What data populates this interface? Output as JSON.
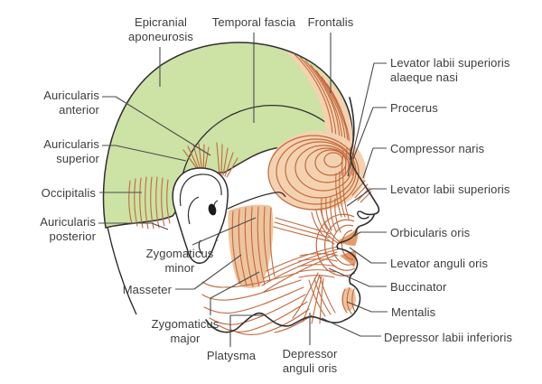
{
  "figure_type": "anatomical-diagram",
  "subject": "Muscles of the head and face (lateral view)",
  "colors": {
    "cranium_fill": "#cde2a5",
    "outline": "#2f2f2f",
    "muscle_stroke": "#c2693e",
    "muscle_fill": "#f4d2b0",
    "muscle_fill_deep": "#eec49e",
    "lip_fill": "#e59c6a",
    "leader": "#4a4a4a",
    "label_text": "#3d3d3d"
  },
  "labels": {
    "epicranial_aponeurosis": "Epicranial\naponeurosis",
    "temporal_fascia": "Temporal fascia",
    "frontalis": "Frontalis",
    "auricularis_anterior": "Auricularis\nanterior",
    "auricularis_superior": "Auricularis\nsuperior",
    "occipitalis": "Occipitalis",
    "auricularis_posterior": "Auricularis\nposterior",
    "zygomaticus_minor": "Zygomaticus\nminor",
    "masseter": "Masseter",
    "zygomaticus_major": "Zygomaticus\nmajor",
    "platysma": "Platysma",
    "depressor_anguli_oris": "Depressor\nanguli oris",
    "levator_labii_superioris_alaeque_nasi": "Levator labii superioris\nalaeque nasi",
    "procerus": "Procerus",
    "compressor_naris": "Compressor naris",
    "levator_labii_superioris": "Levator labii superioris",
    "orbicularis_oris": "Orbicularis oris",
    "levator_anguli_oris": "Levator anguli oris",
    "buccinator": "Buccinator",
    "mentalis": "Mentalis",
    "depressor_labii_inferioris": "Depressor labii inferioris"
  }
}
